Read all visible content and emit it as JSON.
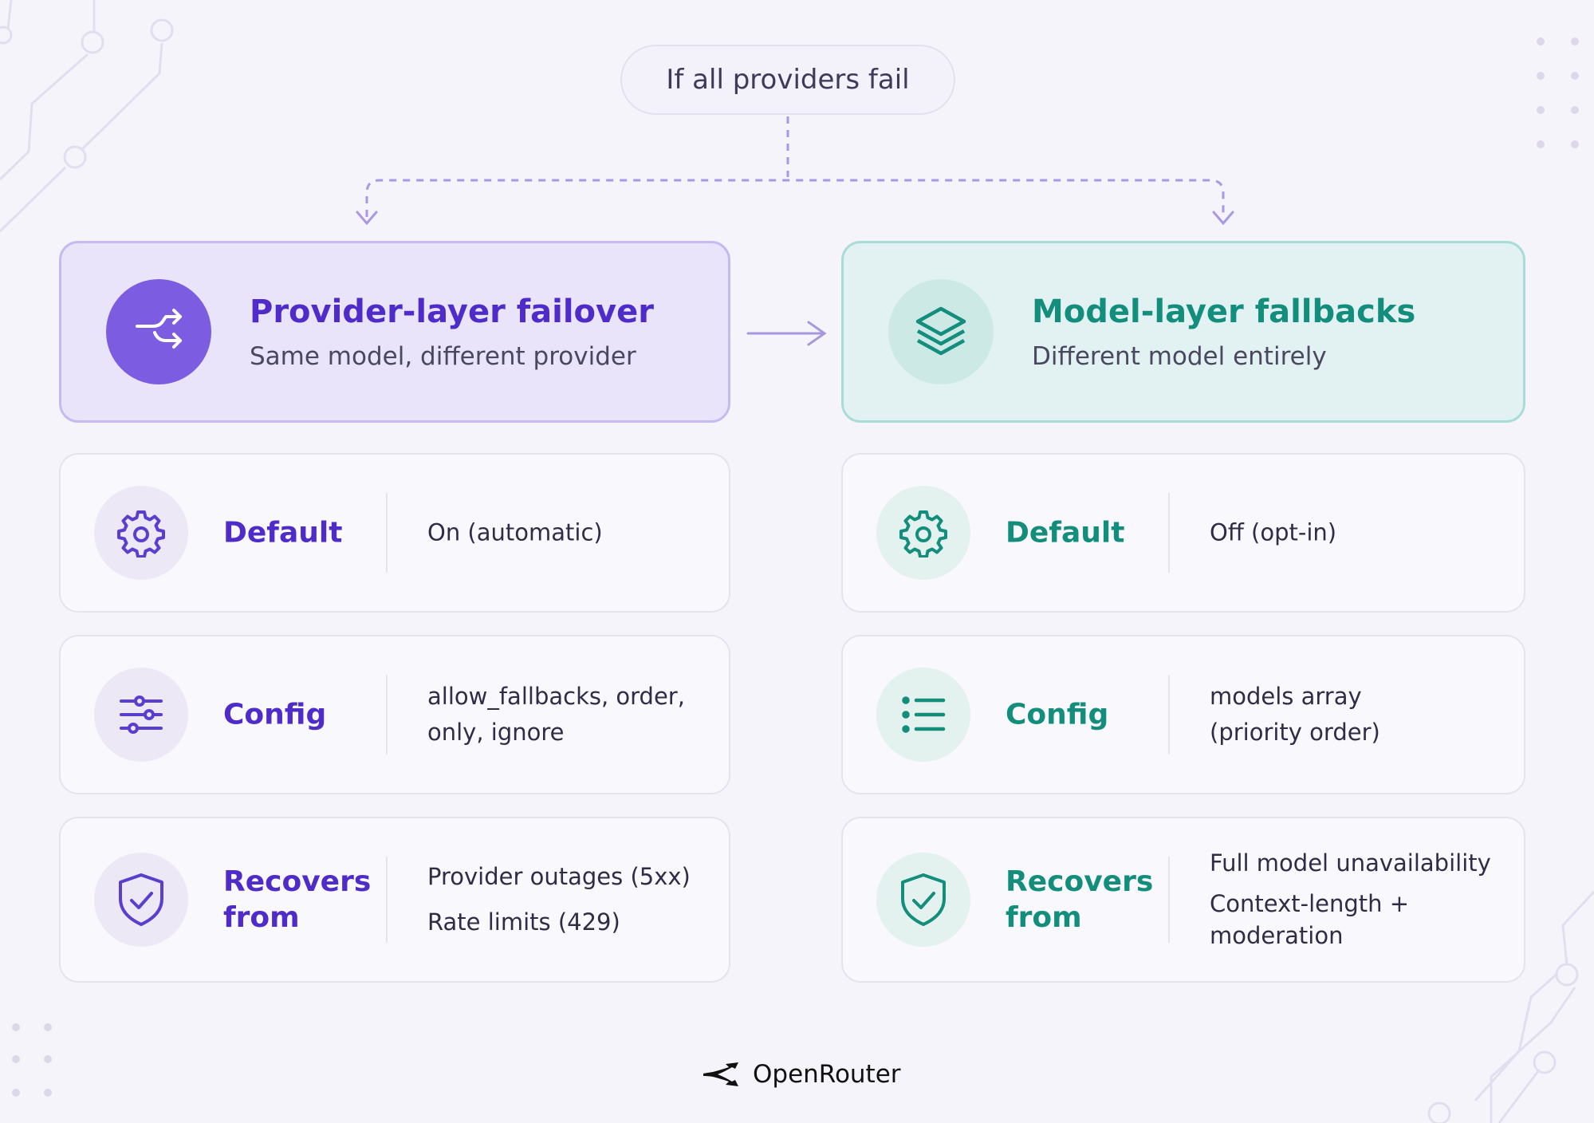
{
  "top_label": "If all providers fail",
  "provider": {
    "title": "Provider-layer failover",
    "subtitle": "Same model, different provider",
    "rows": [
      {
        "label": "Default",
        "value_lines": [
          "On (automatic)"
        ]
      },
      {
        "label": "Config",
        "value_lines": [
          "allow_fallbacks, order,",
          "only, ignore"
        ]
      },
      {
        "label": "Recovers from",
        "label_lines": [
          "Recovers",
          "from"
        ],
        "value_lines": [
          "Provider outages (5xx)",
          "Rate limits (429)"
        ]
      }
    ]
  },
  "model": {
    "title": "Model-layer fallbacks",
    "subtitle": "Different model entirely",
    "rows": [
      {
        "label": "Default",
        "value_lines": [
          "Off (opt-in)"
        ]
      },
      {
        "label": "Config",
        "value_lines": [
          "models array",
          "(priority order)"
        ]
      },
      {
        "label": "Recovers from",
        "label_lines": [
          "Recovers",
          "from"
        ],
        "value_lines": [
          "Full model unavailability",
          "Context-length +",
          "moderation"
        ]
      }
    ]
  },
  "brand": "OpenRouter",
  "icons": {
    "provider_header": "shuffle-arrows-icon",
    "model_header": "layers-icon",
    "default": "gear-icon",
    "provider_config": "sliders-icon",
    "model_config": "list-icon",
    "recovers": "shield-check-icon"
  },
  "colors": {
    "purple_accent": "#4f2cc9",
    "purple_icon": "#7c5ce0",
    "teal_accent": "#138e7c",
    "background": "#f6f4fb"
  }
}
